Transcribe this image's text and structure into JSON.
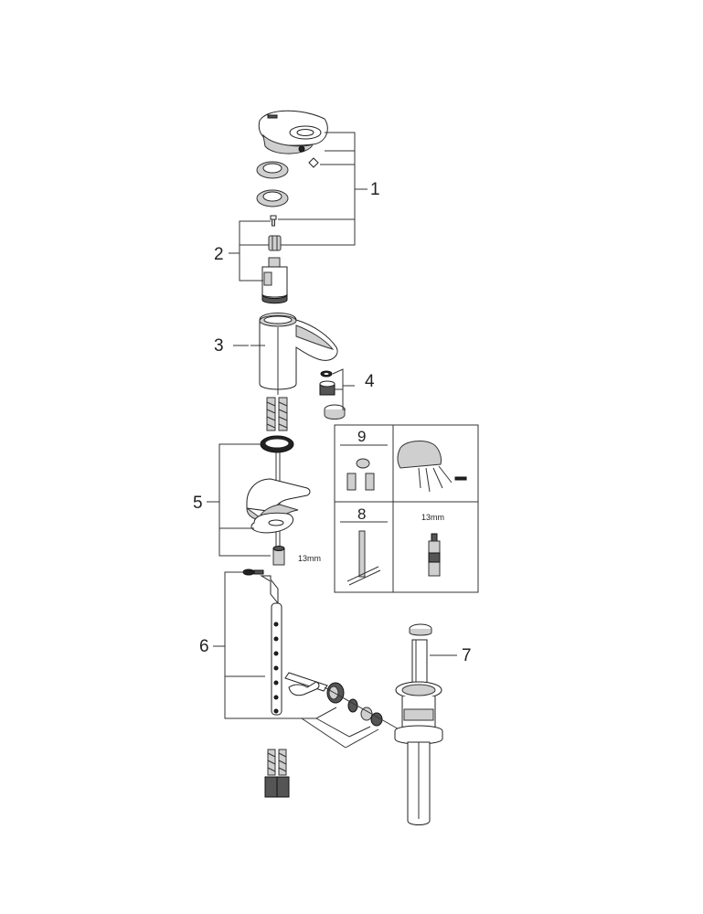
{
  "diagram": {
    "type": "exploded-parts-view",
    "callouts": [
      {
        "id": "1",
        "label": "1"
      },
      {
        "id": "2",
        "label": "2"
      },
      {
        "id": "3",
        "label": "3"
      },
      {
        "id": "4",
        "label": "4"
      },
      {
        "id": "5",
        "label": "5"
      },
      {
        "id": "6",
        "label": "6"
      },
      {
        "id": "7",
        "label": "7"
      }
    ],
    "wrench_label": "13mm",
    "inset_box": {
      "cells": [
        {
          "id": "9",
          "label": "9"
        },
        {
          "id": "spray",
          "label": ""
        },
        {
          "id": "8",
          "label": "8"
        },
        {
          "id": "wrench",
          "label": "13mm"
        }
      ]
    }
  }
}
